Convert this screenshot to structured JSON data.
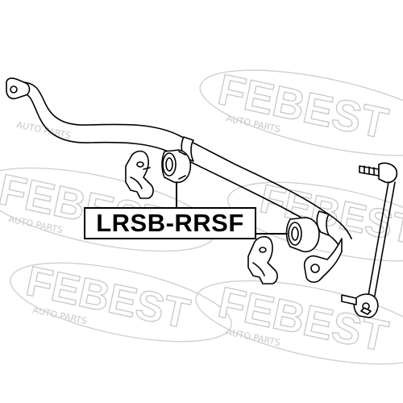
{
  "part_number": "LRSB-RRSF",
  "watermark": {
    "brand": "FEBEST",
    "tagline": "AUTO PARTS"
  },
  "colors": {
    "line": "#000000",
    "watermark": "#d6d6d6",
    "background": "#ffffff"
  }
}
